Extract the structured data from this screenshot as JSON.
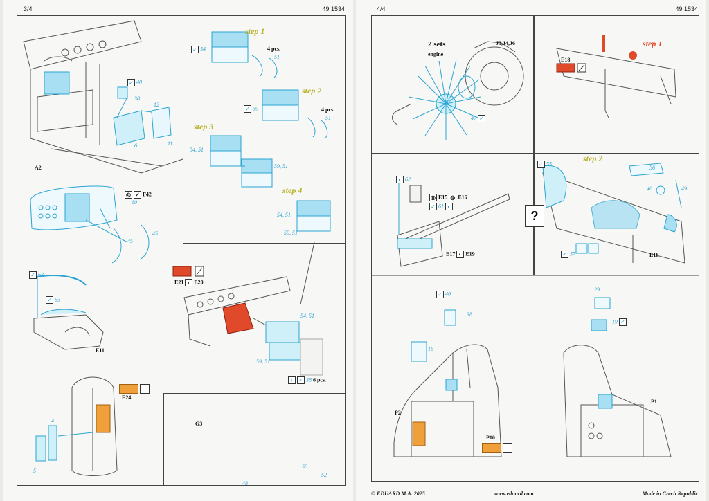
{
  "colors": {
    "pe_blue": "#a9dff2",
    "line_blue": "#2ba4d1",
    "red": "#e04a2a",
    "orange": "#f0a03a",
    "step_yellow": "#b9b028"
  },
  "left_page": {
    "page_num": "3/4",
    "code": "49 1534",
    "labels": {
      "a2": "A2",
      "p40": "40",
      "p38": "38",
      "p12": "12",
      "p6": "6",
      "p11": "11",
      "f42": "F42",
      "p60": "60",
      "p45a": "45",
      "p45b": "45",
      "p63a": "63",
      "p63b": "63",
      "e11": "E11",
      "e24": "E24",
      "p4": "4",
      "p5": "5",
      "g3": "G3",
      "p48": "48",
      "p50": "50",
      "p52": "52",
      "e21": "E21",
      "e20": "E20",
      "p5451": "54, 51",
      "p5951": "59, 51",
      "p38b": "38",
      "six_pcs": "6 pcs.",
      "step1": "step 1",
      "s1_54": "54",
      "s1_51": "51",
      "s1_4pcs": "4 pcs.",
      "step2": "step 2",
      "s2_59": "59",
      "s2_51": "51",
      "s2_4pcs": "4 pcs.",
      "step3": "step 3",
      "s3_5451": "54, 51",
      "s3_5951": "59, 51",
      "step4": "step 4",
      "s4_5451": "54, 51",
      "s4_5951": "59, 51"
    }
  },
  "right_page": {
    "page_num": "4/4",
    "code": "49 1534",
    "labels": {
      "two_sets": "2 sets",
      "engine": "engine",
      "j346": "J3,J4,J6",
      "p47": "47",
      "step1": "step 1",
      "e18": "E18",
      "p62": "62",
      "e15": "E15",
      "e16": "E16",
      "p61": "61",
      "e17": "E17",
      "e19": "E19",
      "question": "?",
      "step2": "step 2",
      "p55": "55",
      "p56": "56",
      "p46": "46",
      "p49": "49",
      "p57": "57",
      "e18b": "E18",
      "p40": "40",
      "p38": "38",
      "p16": "16",
      "p2": "P2",
      "p10": "P10",
      "p29": "29",
      "p19": "19",
      "p1": "P1"
    },
    "footer": {
      "left": "© EDUARD  M.A. 2025",
      "center": "www.eduard.com",
      "right": "Made in Czech Republic"
    }
  }
}
